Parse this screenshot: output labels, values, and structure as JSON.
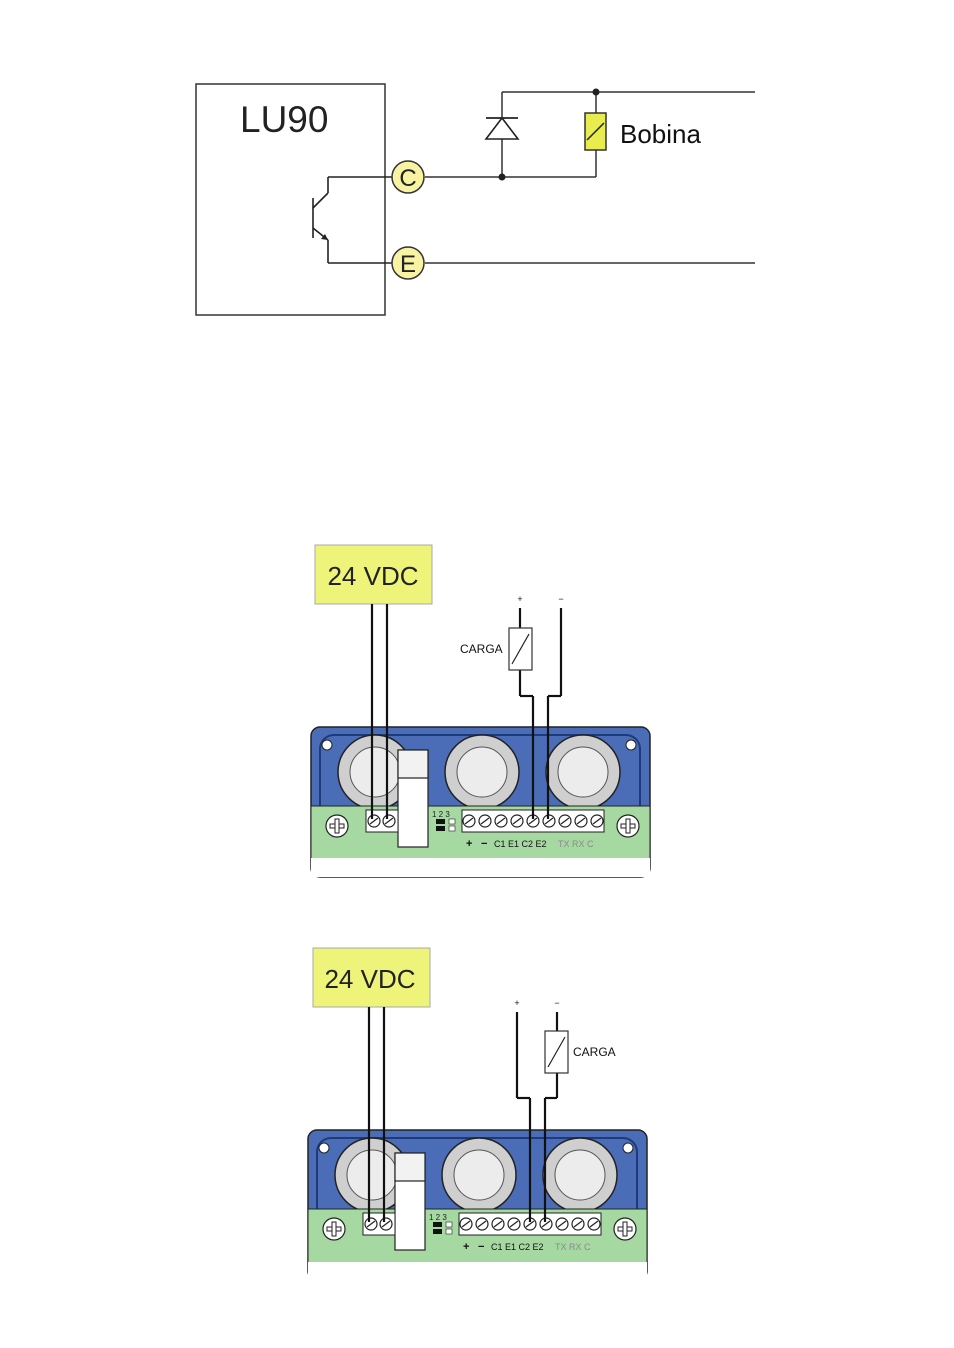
{
  "schematic": {
    "device_label": "LU90",
    "terminal_c": "C",
    "terminal_e": "E",
    "coil_label": "Bobina"
  },
  "wiring_diagrams": [
    {
      "supply_label": "24 VDC",
      "plus_sign": "+",
      "minus_sign": "−",
      "load_label": "CARGA",
      "dip_numbers": "1 2 3",
      "terminal_plus": "+",
      "terminal_minus": "−",
      "terminal_labels": "C1 E1 C2 E2",
      "terminal_labels_grey": "TX RX C"
    },
    {
      "supply_label": "24 VDC",
      "plus_sign": "+",
      "minus_sign": "−",
      "load_label": "CARGA",
      "dip_numbers": "1 2 3",
      "terminal_plus": "+",
      "terminal_minus": "−",
      "terminal_labels": "C1 E1 C2 E2",
      "terminal_labels_grey": "TX RX C"
    }
  ],
  "colors": {
    "terminal_circle": "#f7f3a3",
    "supply_box": "#eef47a",
    "coil_fill": "#e8ec4f",
    "enclosure_blue": "#4b6db8",
    "terminal_strip_green": "#a6d8a2"
  }
}
